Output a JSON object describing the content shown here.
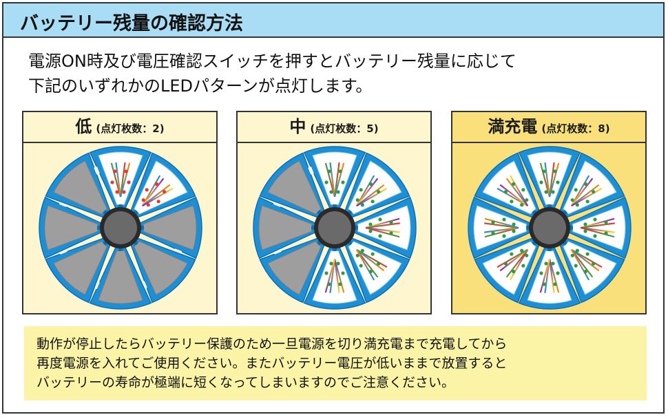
{
  "title": "バッテリー残量の確認方法",
  "intro": [
    "電源ON時及び電圧確認スイッチを押すとバッテリー残量に応じて",
    "下記のいずれかのLEDパターンが点灯します。"
  ],
  "panels": [
    {
      "level": "低",
      "count": "(点灯枚数：2)",
      "lit": 2,
      "led_color": "#e53935",
      "head_bg": "#fdf6cf",
      "body_bg": "#fdf6cf"
    },
    {
      "level": "中",
      "count": "(点灯枚数：5)",
      "lit": 5,
      "led_color": "#2e9c3a",
      "head_bg": "#fdf6cf",
      "body_bg": "#fdf6cf"
    },
    {
      "level": "満充電",
      "count": "(点灯枚数：8)",
      "lit": 8,
      "led_color": "#2e9c3a",
      "head_bg": "#f9e07a",
      "body_bg": "#f9e07a"
    }
  ],
  "note": [
    "動作が停止したらバッテリー保護のため一旦電源を切り満充電まで充電してから",
    "再度電源を入れてご使用ください。またバッテリー電圧が低いままで放置すると",
    "バッテリーの寿命が極端に短くなってしまいますのでご注意ください。"
  ],
  "colors": {
    "title_bar": "#a9ddf5",
    "frame_blue": "#1c8fd6",
    "unlit_blade": "#9e9e9e",
    "hub": "#6a6a6a",
    "note_bg": "#fbf3a6"
  }
}
